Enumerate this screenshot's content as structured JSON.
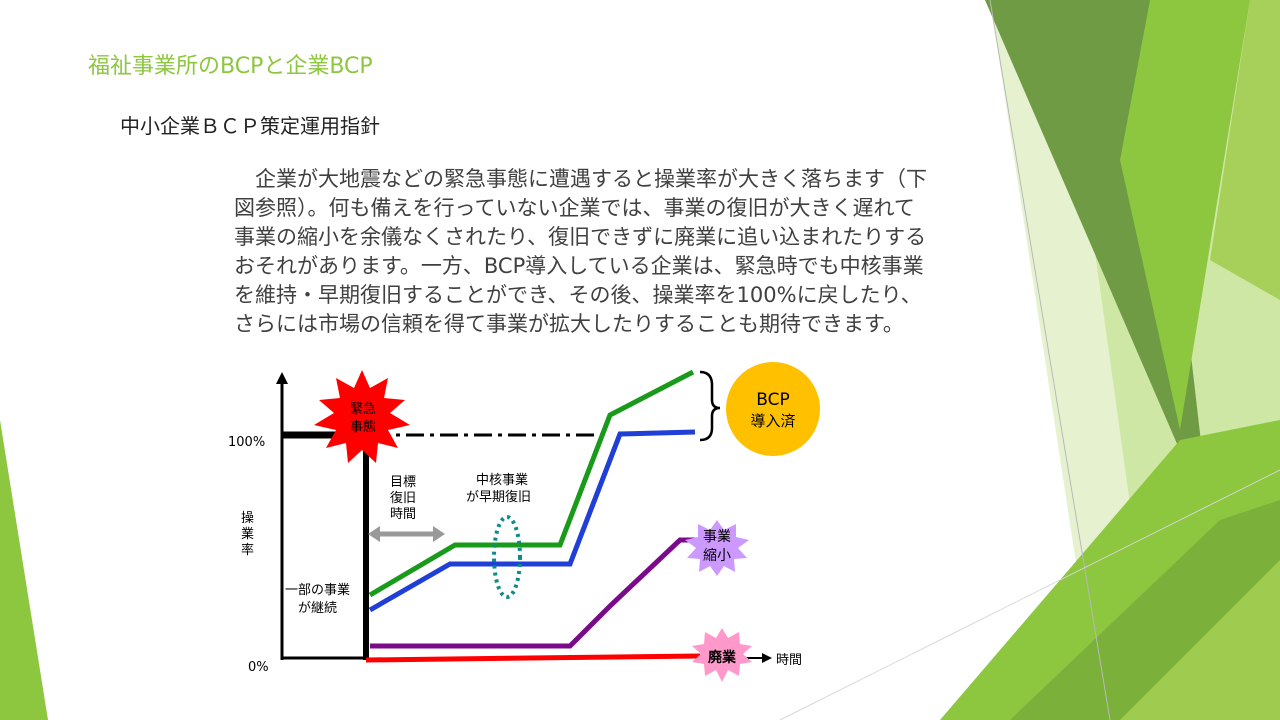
{
  "slide": {
    "title": "福祉事業所のBCPと企業BCP",
    "subtitle": "中小企業ＢＣＰ策定運用指針",
    "body_lines": [
      "　企業が大地震などの緊急事態に遭遇すると操業率が大きく落ちます（下",
      "図参照）。何も備えを行っていない企業では、事業の復旧が大きく遅れて",
      "事業の縮小を余儀なくされたり、復旧できずに廃業に追い込まれたりする",
      "おそれがあります。一方、BCP導入している企業は、緊急時でも中核事業",
      "を維持・早期復旧することができ、その後、操業率を100%に戻したり、",
      "さらには市場の信頼を得て事業が拡大したりすることも期待できます。"
    ]
  },
  "diagram": {
    "y_axis_label": "操業率",
    "x_axis_label": "時間",
    "tick_100": "100%",
    "tick_0": "0%",
    "emergency_label_1": "緊急",
    "emergency_label_2": "事態",
    "target_label_1": "目標",
    "target_label_2": "復旧",
    "target_label_3": "時間",
    "core_label_1": "中核事業",
    "core_label_2": "が早期復旧",
    "partial_label_1": "一部の事業",
    "partial_label_2": "が継続",
    "bcp_label_1": "BCP",
    "bcp_label_2": "導入済",
    "shrink_label_1": "事業",
    "shrink_label_2": "縮小",
    "closed_label": "廃業"
  },
  "colors": {
    "title_green": "#8dc63f",
    "green_line": "#1a9a1a",
    "blue_line": "#1f3fd6",
    "purple_line": "#7a0a8a",
    "red_line": "#ff0000",
    "bcp_circle": "#ffc000",
    "shrink_star": "#cc99ff",
    "closed_star": "#ff99cc",
    "emergency_star": "#ff0000"
  }
}
